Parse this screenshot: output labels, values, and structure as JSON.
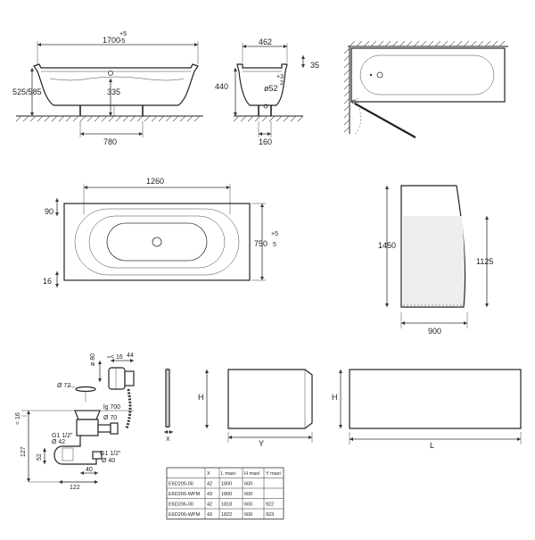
{
  "front_view": {
    "length": "1700",
    "length_tol_plus": "+5",
    "length_tol_minus": "-5",
    "height": "525/585",
    "drain_height": "335",
    "feet_spacing": "780"
  },
  "side_view": {
    "width": "462",
    "height": "440",
    "rim": "35",
    "tol_plus": "+3",
    "tol_minus": "2",
    "drain_dia": "ø52",
    "foot_offset": "160"
  },
  "top_view": {
    "inner_length": "1260",
    "end_offset": "90",
    "side_offset": "16",
    "width": "750",
    "width_tol_plus": "+5",
    "width_tol_minus": "5"
  },
  "screen_view": {
    "height": "1450",
    "glass_height": "1125",
    "width": "900"
  },
  "waste_detail": {
    "d80": "ø 80",
    "lt16": "< 16",
    "d44": "44",
    "d72": "Ø 72",
    "lg700": "lg 700",
    "d70": "Ø 70",
    "g112": "G1 1/2\"",
    "d42": "Ø 42",
    "g112b": "G1 1/2\"",
    "d40": "Ø 40",
    "h127": "127",
    "h52": "52",
    "w122": "122",
    "w40": "40",
    "side16": "< 16"
  },
  "panels": {
    "x_label": "X",
    "h_label": "H",
    "y_label": "Y",
    "h2_label": "H",
    "l_label": "L"
  },
  "spec_table": {
    "headers": [
      "",
      "X",
      "L maxi",
      "H maxi",
      "Y maxi"
    ],
    "rows": [
      [
        "E6D205-00",
        "42",
        "1800",
        "600",
        ""
      ],
      [
        "E6D205-WPM",
        "43",
        "1800",
        "600",
        ""
      ],
      [
        "E6D206-00",
        "42",
        "1818",
        "600",
        "922"
      ],
      [
        "E6D206-WPM",
        "43",
        "1822",
        "600",
        "923"
      ]
    ]
  }
}
